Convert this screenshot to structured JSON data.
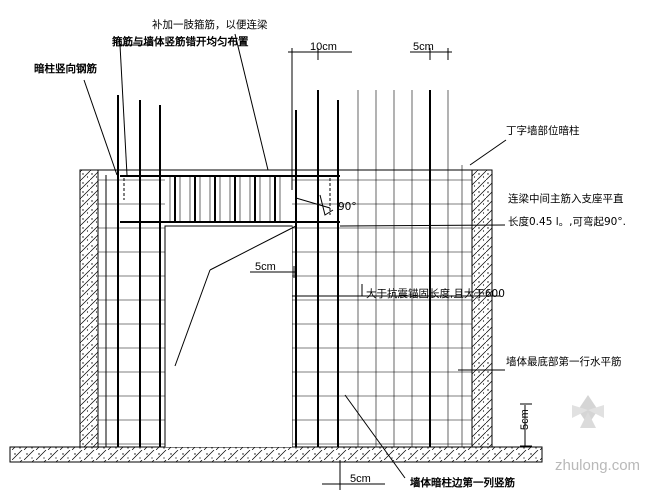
{
  "labels": {
    "add_stirrup": "补加一肢箍筋，以便连梁",
    "stirrup_layout": "箍筋与墙体竖筋错开均匀布置",
    "hidden_column_bars": "暗柱竖向钢筋",
    "t_wall_column": "丁字墙部位暗柱",
    "beam_main_bar_line1": "连梁中间主筋入支座平直",
    "beam_main_bar_line2": "长度0.45 l。,可弯起90°.",
    "anchorage": "大于抗震锚固长度,且大于600",
    "bottom_horizontal_bar": "墙体最底部第一行水平筋",
    "first_vertical_bar": "墙体暗柱边第一列竖筋",
    "angle_90": "90°"
  },
  "dimensions": {
    "d10cm": "10cm",
    "d5cm_top": "5cm",
    "d5cm_left": "5cm",
    "d5cm_right": "5cm",
    "d5cm_bottom": "5cm"
  },
  "watermark": "zhulong.com"
}
